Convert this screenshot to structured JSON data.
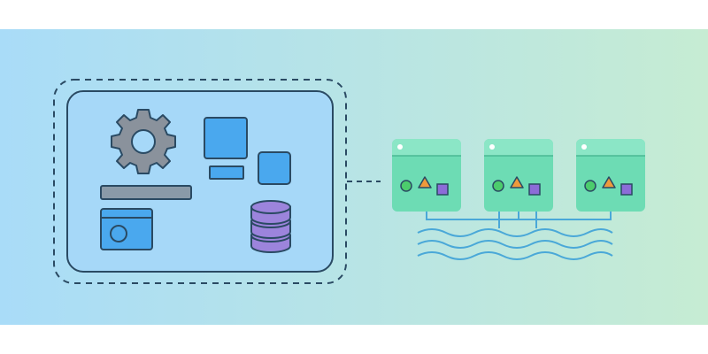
{
  "illustration": {
    "colors": {
      "band_left": "#a9dcf8",
      "band_right": "#c6ecd3",
      "panel_fill": "#a6d8f8",
      "panel_stroke": "#2a4a63",
      "gear": "#8a929c",
      "blue_block": "#4aa8ee",
      "purple_db": "#9c84dc",
      "window_fill": "#6ddcb4",
      "window_header": "#8be6c6",
      "circle_green": "#4ccc6c",
      "triangle_orange": "#ee9a3c",
      "square_purple": "#8c6cd8",
      "wire": "#4aa8d8"
    },
    "left_panel": {
      "icons": [
        "gear-icon",
        "app-window-icon",
        "database-icon",
        "block-icon",
        "block-icon-small",
        "progress-bar"
      ]
    },
    "right_group": {
      "windows": [
        {
          "icons": [
            "circle-icon",
            "triangle-icon",
            "square-icon"
          ]
        },
        {
          "icons": [
            "circle-icon",
            "triangle-icon",
            "square-icon"
          ]
        },
        {
          "icons": [
            "circle-icon",
            "triangle-icon",
            "square-icon"
          ]
        }
      ],
      "wave_lines": 3
    }
  }
}
